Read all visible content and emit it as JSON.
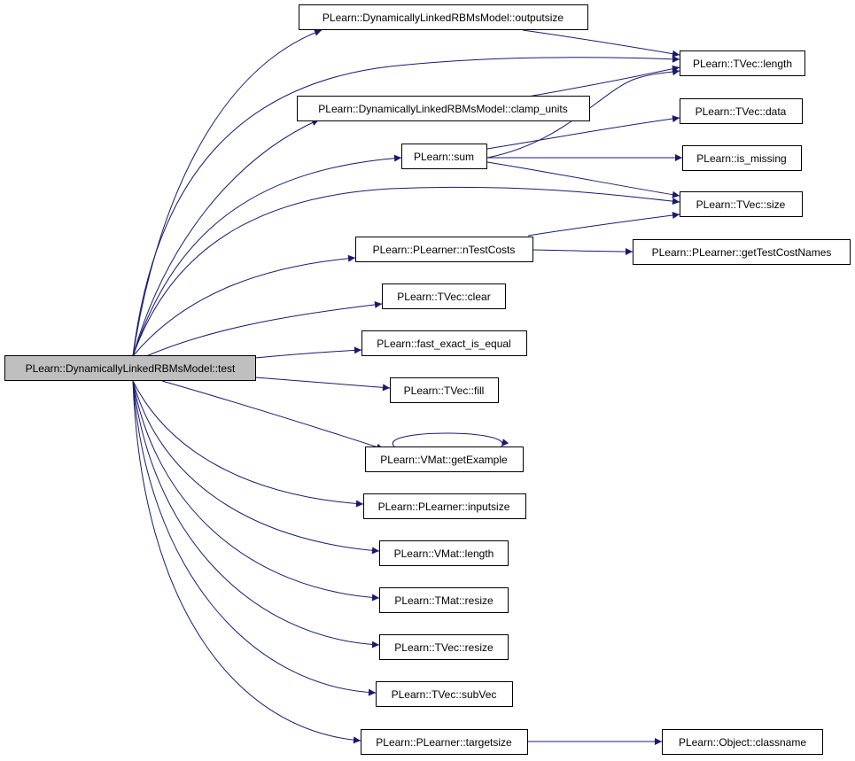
{
  "colors": {
    "edge": "#191970",
    "node_fill": "#ffffff",
    "root_fill": "#bfbfbf",
    "node_border": "#000000"
  },
  "nodes": {
    "root": "PLearn::DynamicallyLinkedRBMsModel::test",
    "outputsize": "PLearn::DynamicallyLinkedRBMsModel::outputsize",
    "clamp_units": "PLearn::DynamicallyLinkedRBMsModel::clamp_units",
    "sum": "PLearn::sum",
    "ntestcosts": "PLearn::PLearner::nTestCosts",
    "tvec_clear": "PLearn::TVec::clear",
    "fast_exact": "PLearn::fast_exact_is_equal",
    "tvec_fill": "PLearn::TVec::fill",
    "getexample": "PLearn::VMat::getExample",
    "inputsize": "PLearn::PLearner::inputsize",
    "vmat_length": "PLearn::VMat::length",
    "tmat_resize": "PLearn::TMat::resize",
    "tvec_resize": "PLearn::TVec::resize",
    "subvec": "PLearn::TVec::subVec",
    "targetsize": "PLearn::PLearner::targetsize",
    "tvec_length": "PLearn::TVec::length",
    "tvec_data": "PLearn::TVec::data",
    "is_missing": "PLearn::is_missing",
    "tvec_size": "PLearn::TVec::size",
    "testcostnames": "PLearn::PLearner::getTestCostNames",
    "classname": "PLearn::Object::classname"
  }
}
